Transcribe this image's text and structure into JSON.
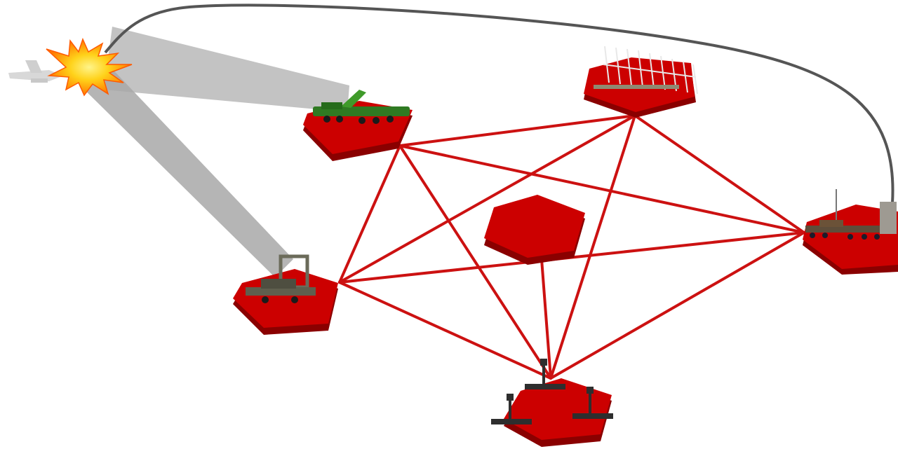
{
  "diagram": {
    "nodes": [
      {
        "id": "launcher",
        "icon": "green-launcher-truck-icon"
      },
      {
        "id": "early-warning-radar",
        "icon": "antenna-array-radar-icon"
      },
      {
        "id": "tracking-radar",
        "icon": "tracking-radar-truck-icon"
      },
      {
        "id": "command-post",
        "icon": "command-post-icon"
      },
      {
        "id": "missile-battery",
        "icon": "launcher-battery-icon"
      },
      {
        "id": "multi-launcher-site",
        "icon": "multiple-launchers-icon"
      }
    ],
    "links": [
      [
        "launcher",
        "early-warning-radar"
      ],
      [
        "launcher",
        "missile-battery"
      ],
      [
        "launcher",
        "tracking-radar"
      ],
      [
        "launcher",
        "multi-launcher-site"
      ],
      [
        "early-warning-radar",
        "tracking-radar"
      ],
      [
        "early-warning-radar",
        "multi-launcher-site"
      ],
      [
        "early-warning-radar",
        "missile-battery"
      ],
      [
        "tracking-radar",
        "missile-battery"
      ],
      [
        "tracking-radar",
        "multi-launcher-site"
      ],
      [
        "missile-battery",
        "multi-launcher-site"
      ],
      [
        "command-post",
        "multi-launcher-site"
      ]
    ],
    "target": {
      "icon": "aircraft-target-icon",
      "effect": "explosion-icon"
    },
    "colors": {
      "platform": "#cc0000",
      "platform_dark": "#8a0000",
      "link": "#cc1111",
      "beam": "#9a9a9a",
      "trajectory": "#555555"
    }
  }
}
